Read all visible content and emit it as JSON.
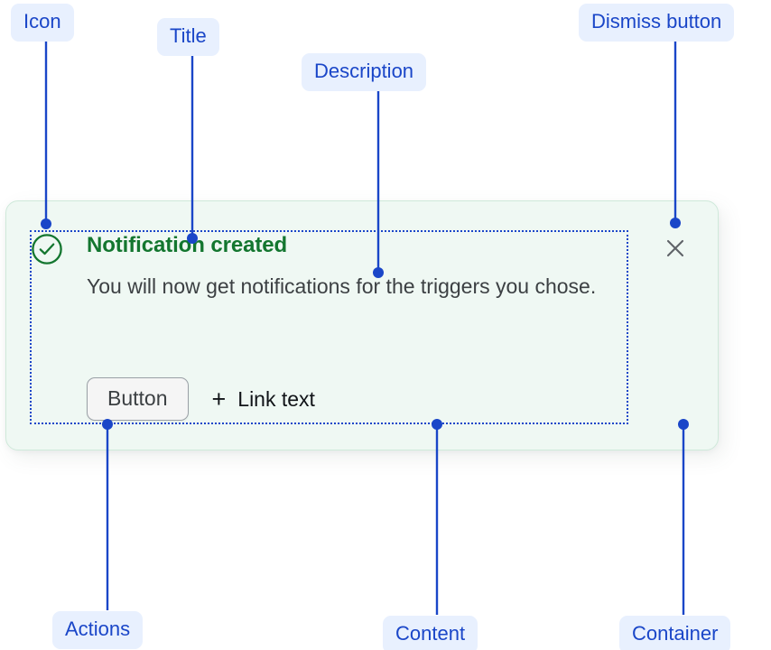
{
  "annotation_color": "#1a46c8",
  "pill_bg": "#e8f0fe",
  "labels": {
    "icon": "Icon",
    "title": "Title",
    "description": "Description",
    "dismiss_button": "Dismiss button",
    "actions": "Actions",
    "content": "Content",
    "container": "Container"
  },
  "notification": {
    "status": "success",
    "accent_color": "#13762f",
    "background_color": "#eff8f3",
    "border_color": "#cfe9da",
    "icon_name": "check-circle-icon",
    "title": "Notification created",
    "description": "You will now get notifications for the triggers you chose.",
    "actions": {
      "button_label": "Button",
      "link_icon": "plus-icon",
      "link_label": "Link text"
    },
    "dismiss": {
      "icon_name": "close-icon",
      "color": "#5f6368"
    }
  }
}
